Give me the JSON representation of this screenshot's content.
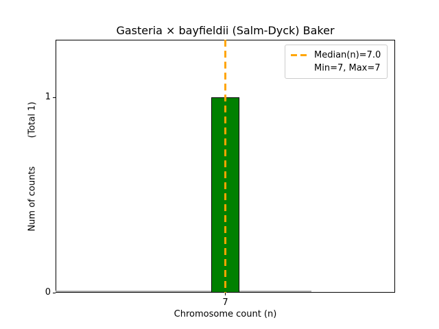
{
  "chart_data": {
    "type": "bar",
    "title": "Gasteria × bayfieldii (Salm-Dyck) Baker",
    "xlabel": "Chromosome count (n)",
    "ylabel": "Num of counts          (Total 1)",
    "categories": [
      7
    ],
    "values": [
      1
    ],
    "bars": [
      {
        "x_center": 7,
        "bin_width": 1,
        "height": 1
      }
    ],
    "total_counts": 1,
    "xlim": [
      1.1,
      12.9
    ],
    "ylim": [
      0,
      1.295
    ],
    "xticks": [
      {
        "value": 7,
        "label": "7"
      }
    ],
    "yticks": [
      {
        "value": 0,
        "label": "0"
      },
      {
        "value": 1,
        "label": "1"
      }
    ],
    "grid": false,
    "bar_color": "#008000",
    "bar_edge_color": "#000000",
    "median_line": {
      "x": 7.0,
      "style": "dashed",
      "color": "#FFA500",
      "label": "Median(n)=7.0"
    },
    "baseline_segment": {
      "x_start": 1.1,
      "x_end": 10.0,
      "y": 0,
      "color": "#b0b0b0"
    },
    "legend": {
      "position": "upper right",
      "entries": [
        {
          "marker": "dashed-line",
          "color": "#FFA500",
          "label": "Median(n)=7.0"
        },
        {
          "marker": "none",
          "color": "",
          "label": "Min=7, Max=7"
        }
      ]
    }
  }
}
